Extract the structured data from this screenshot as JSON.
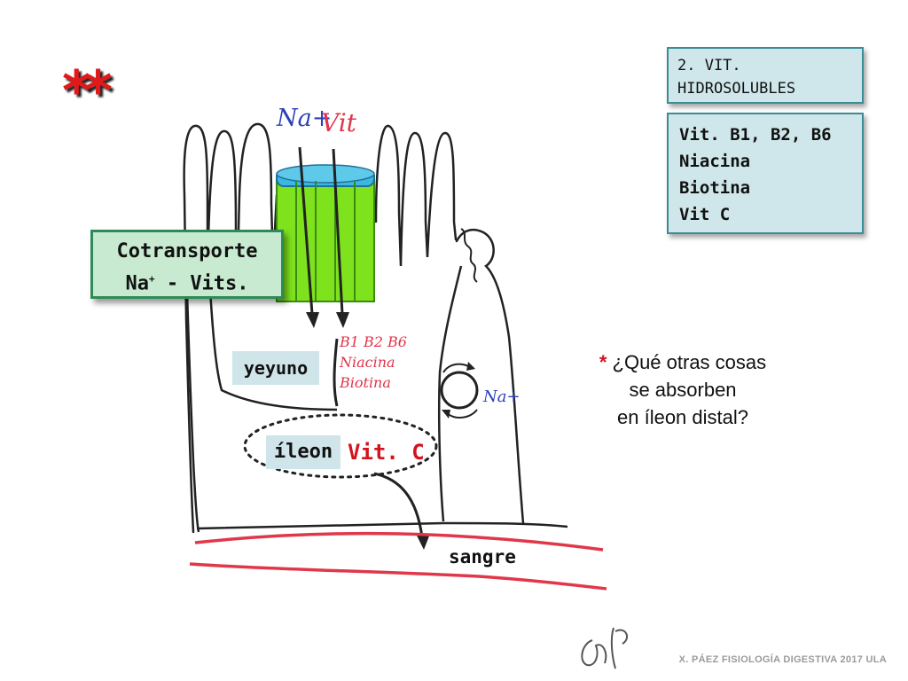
{
  "slide": {
    "stars": "**",
    "title_box": {
      "line1": "2. VIT.",
      "line2": "HIDROSOLUBLES"
    },
    "vitamin_list": [
      "Vit. B1, B2, B6",
      "Niacina",
      "Biotina",
      "Vit C"
    ],
    "cotransport": {
      "line1": "Cotransporte",
      "line2_prefix": "Na",
      "line2_sup": "+",
      "line2_suffix": " - Vits."
    },
    "handwritten": {
      "na_top": "Na+",
      "vit_top": "Vit",
      "jejunum_list": [
        "B1 B2 B6",
        "Niacina",
        "Biotina"
      ],
      "na_pump": "Na+"
    },
    "yeyuno_label": "yeyuno",
    "ileon_label": "íleon",
    "vitc_label": "Vit. C",
    "sangre_label": "sangre",
    "question": {
      "star": "*",
      "line1": " ¿Qué otras cosas",
      "line2": "se absorben",
      "line3": "en íleon distal?"
    },
    "footer": "X. PÁEZ   FISIOLOGÍA DIGESTIVA 2017 ULA"
  },
  "colors": {
    "accent_red": "#d3131f",
    "box_teal": "#cfe7ea",
    "box_green": "#c7ead0",
    "transporter_green": "#7ee21c",
    "transporter_cyan": "#3bb8e0",
    "blood_red": "#e0384a",
    "handwriting_blue": "#2a3fb8"
  }
}
